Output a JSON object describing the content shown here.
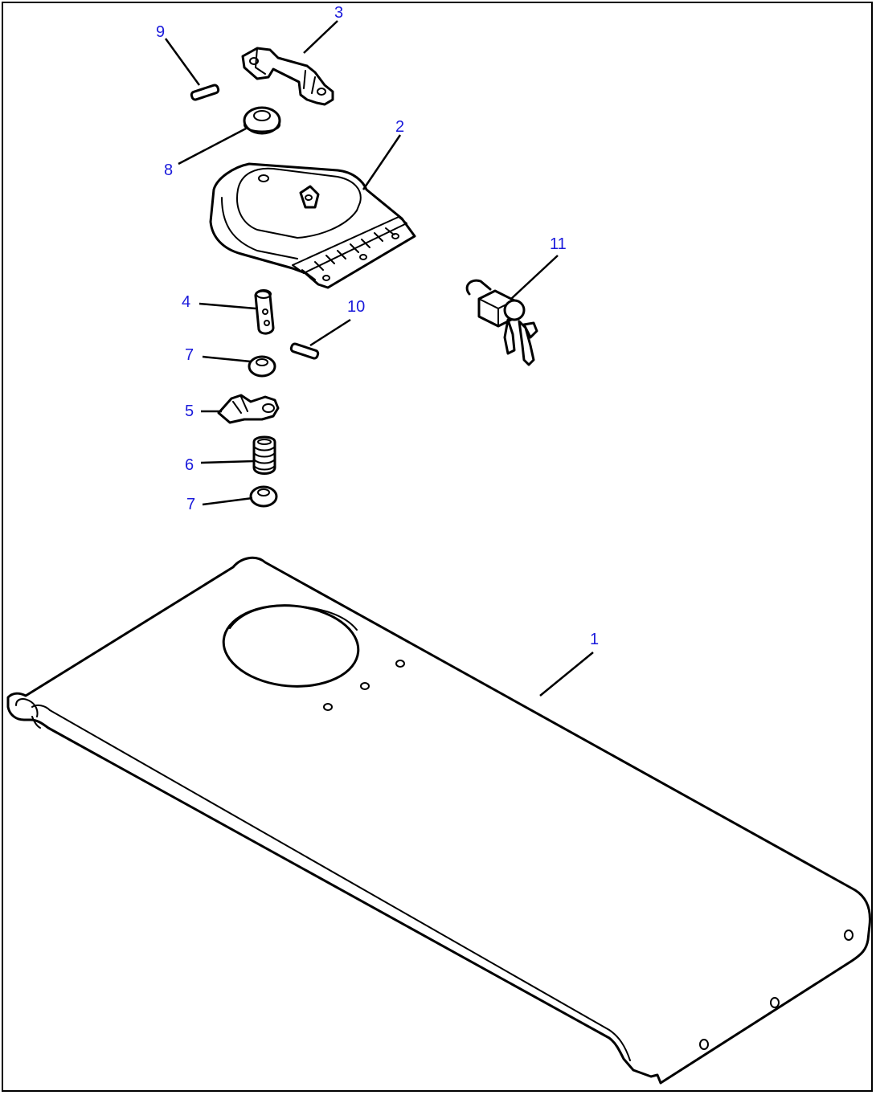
{
  "diagram": {
    "callouts": [
      {
        "id": "c1",
        "label": "1"
      },
      {
        "id": "c2",
        "label": "2"
      },
      {
        "id": "c3",
        "label": "3"
      },
      {
        "id": "c4",
        "label": "4"
      },
      {
        "id": "c5",
        "label": "5"
      },
      {
        "id": "c6",
        "label": "6"
      },
      {
        "id": "c7a",
        "label": "7"
      },
      {
        "id": "c7b",
        "label": "7"
      },
      {
        "id": "c8",
        "label": "8"
      },
      {
        "id": "c9",
        "label": "9"
      },
      {
        "id": "c10",
        "label": "10"
      },
      {
        "id": "c11",
        "label": "11"
      }
    ],
    "colors": {
      "callout_text": "#1a1adb",
      "line": "#000000",
      "background": "#ffffff"
    }
  }
}
